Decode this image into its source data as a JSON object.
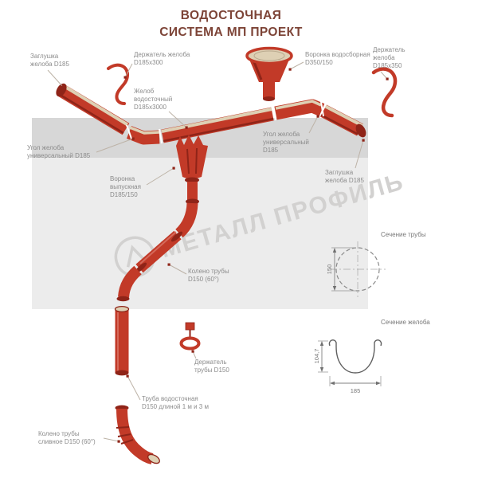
{
  "title": "ВОДОСТОЧНАЯ\nСИСТЕМА МП ПРОЕКТ",
  "watermark": {
    "text": "МЕТАЛЛ ПРОФИЛЬ"
  },
  "labels": {
    "zaglushka_left": "Заглушка\nжелоба D185",
    "derzhatel_zheloba_300": "Держатель желоба\nD185х300",
    "voronka_vodosbornaya": "Воронка водосборная\nD350/150",
    "derzhatel_zheloba_350": "Держатель\nжелоба\nD185х350",
    "zhelob_vodostochny": "Желоб\nводосточный\nD185х3000",
    "ugol_zheloba_right": "Угол желоба\nуниверсальный\nD185",
    "ugol_zheloba_left": "Угол желоба\nуниверсальный D185",
    "zaglushka_right": "Заглушка\nжелоба D185",
    "voronka_vypusknaya": "Воронка\nвыпускная\nD185/150",
    "koleno_truby": "Колено трубы\nD150 (60°)",
    "derzhatel_truby": "Держатель\nтрубы D150",
    "truba_vodostochnaya": "Труба водосточная\nD150 длиной 1 м и 3 м",
    "koleno_slivnoe": "Колено трубы\nсливное D150 (60°)"
  },
  "sections": {
    "pipe": {
      "title": "Сечение трубы",
      "dimension": "150"
    },
    "gutter": {
      "title": "Сечение желоба",
      "width": "185",
      "height": "104,7"
    }
  },
  "colors": {
    "red": "#c23a28",
    "dark_red": "#8f2418",
    "cream": "#ded0b4",
    "title": "#7d4437",
    "label": "#8c8c8c",
    "watermark": "#d2d1d0"
  }
}
